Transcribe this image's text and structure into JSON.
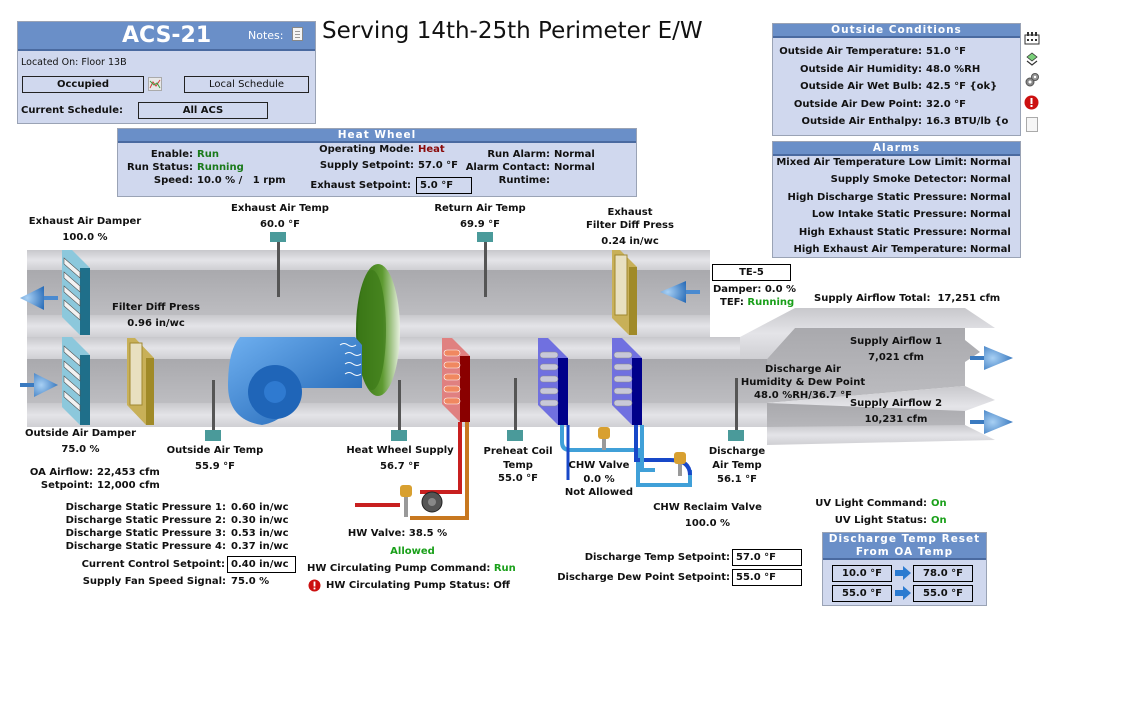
{
  "header": {
    "unit_name": "ACS-21",
    "notes_label": "Notes:",
    "title": "Serving 14th-25th Perimeter E/W",
    "located_on": "Located On: Floor 13B",
    "occupancy_button": "Occupied",
    "local_schedule_button": "Local Schedule",
    "current_schedule_label": "Current Schedule:",
    "current_schedule_value": "All ACS"
  },
  "heat_wheel": {
    "title": "Heat Wheel",
    "enable_label": "Enable:",
    "enable_value": "Run",
    "run_status_label": "Run Status:",
    "run_status_value": "Running",
    "speed_label": "Speed:",
    "speed_value": "10.0 % /   1 rpm",
    "operating_mode_label": "Operating Mode:",
    "operating_mode_value": "Heat",
    "supply_setpoint_label": "Supply Setpoint:",
    "supply_setpoint_value": "57.0 °F",
    "exhaust_setpoint_label": "Exhaust Setpoint:",
    "exhaust_setpoint_value": "5.0 °F",
    "run_alarm_label": "Run Alarm:",
    "run_alarm_value": "Normal",
    "alarm_contact_label": "Alarm Contact:",
    "alarm_contact_value": "Normal",
    "runtime_label": "Runtime:",
    "runtime_value": ""
  },
  "outside_conditions": {
    "title": "Outside Conditions",
    "rows": [
      {
        "label": "Outside Air Temperature:",
        "value": "51.0 °F"
      },
      {
        "label": "Outside Air Humidity:",
        "value": "48.0 %RH"
      },
      {
        "label": "Outside Air Wet Bulb:",
        "value": "42.5 °F {ok}"
      },
      {
        "label": "Outside Air Dew Point:",
        "value": "32.0 °F"
      },
      {
        "label": "Outside Air Enthalpy:",
        "value": "16.3 BTU/lb {o"
      }
    ]
  },
  "side_icons": [
    "building-icon",
    "refresh-icon",
    "gears-icon",
    "alarm-icon",
    "notes-icon"
  ],
  "alarms": {
    "title": "Alarms",
    "rows": [
      {
        "label": "Mixed Air Temperature Low Limit:",
        "value": "Normal"
      },
      {
        "label": "Supply Smoke Detector:",
        "value": "Normal"
      },
      {
        "label": "High Discharge Static Pressure:",
        "value": "Normal"
      },
      {
        "label": "Low Intake Static Pressure:",
        "value": "Normal"
      },
      {
        "label": "High Exhaust Static Pressure:",
        "value": "Normal"
      },
      {
        "label": "High Exhaust Air Temperature:",
        "value": "Normal"
      }
    ]
  },
  "diagram": {
    "exhaust_air_damper": {
      "label": "Exhaust Air Damper",
      "value": "100.0 %"
    },
    "exhaust_air_temp": {
      "label": "Exhaust Air Temp",
      "value": "60.0 °F"
    },
    "return_air_temp": {
      "label": "Return Air Temp",
      "value": "69.9 °F"
    },
    "exhaust_filter": {
      "label1": "Exhaust",
      "label2": "Filter Diff Press",
      "value": "0.24 in/wc"
    },
    "te5": {
      "label": "TE-5",
      "damper": "Damper: 0.0 %",
      "tef_label": "TEF:",
      "tef_value": "Running"
    },
    "supply_airflow_total": "Supply Airflow Total:  17,251 cfm",
    "filter_diff_press": {
      "label": "Filter Diff Press",
      "value": "0.96 in/wc"
    },
    "supply_airflow_1": {
      "label": "Supply Airflow 1",
      "value": "7,021 cfm"
    },
    "supply_airflow_2": {
      "label": "Supply Airflow 2",
      "value": "10,231 cfm"
    },
    "discharge_humidity": {
      "label1": "Discharge Air",
      "label2": "Humidity & Dew Point",
      "value": "48.0 %RH/36.7 °F"
    },
    "outside_air_damper": {
      "label": "Outside Air Damper",
      "value": "75.0 %"
    },
    "outside_air_temp": {
      "label": "Outside Air Temp",
      "value": "55.9 °F"
    },
    "heat_wheel_supply": {
      "label": "Heat Wheel Supply",
      "value": "56.7 °F"
    },
    "preheat_coil_temp": {
      "label1": "Preheat Coil",
      "label2": "Temp",
      "value": "55.0 °F"
    },
    "chw_valve": {
      "label": "CHW Valve",
      "value": "0.0 %",
      "status": "Not Allowed"
    },
    "discharge_air_temp": {
      "label1": "Discharge",
      "label2": "Air Temp",
      "value": "56.1 °F"
    },
    "chw_reclaim_valve": {
      "label": "CHW Reclaim Valve",
      "value": "100.0 %"
    },
    "hw_valve": {
      "label": "HW Valve:",
      "value": "38.5 %",
      "status": "Allowed"
    },
    "hw_pump_command": {
      "label": "HW Circulating Pump Command:",
      "value": "Run"
    },
    "hw_pump_status": {
      "label": "HW Circulating Pump Status:",
      "value": "Off"
    }
  },
  "airflow": {
    "oa_airflow_label": "OA Airflow:",
    "oa_airflow_value": "22,453 cfm",
    "setpoint_label": "Setpoint:",
    "setpoint_value": "12,000 cfm"
  },
  "static_pressure": {
    "rows": [
      {
        "label": "Discharge Static Pressure 1:",
        "value": "0.60 in/wc"
      },
      {
        "label": "Discharge Static Pressure 2:",
        "value": "0.30 in/wc"
      },
      {
        "label": "Discharge Static Pressure 3:",
        "value": "0.53 in/wc"
      },
      {
        "label": "Discharge Static Pressure 4:",
        "value": "0.37 in/wc"
      }
    ],
    "control_setpoint_label": "Current Control Setpoint:",
    "control_setpoint_value": "0.40 in/wc",
    "fan_speed_label": "Supply Fan Speed Signal:",
    "fan_speed_value": "75.0 %"
  },
  "setpoints": {
    "discharge_temp_label": "Discharge Temp Setpoint:",
    "discharge_temp_value": "57.0 °F",
    "discharge_dew_label": "Discharge Dew Point Setpoint:",
    "discharge_dew_value": "55.0 °F"
  },
  "uv": {
    "command_label": "UV Light Command:",
    "command_value": "On",
    "status_label": "UV Light Status:",
    "status_value": "On"
  },
  "reset": {
    "title1": "Discharge Temp Reset",
    "title2": "From OA Temp",
    "row1_from": "10.0 °F",
    "row1_to": "78.0 °F",
    "row2_from": "55.0 °F",
    "row2_to": "55.0 °F"
  },
  "colors": {
    "panel_header": "#6a8fc8",
    "panel_body": "#d0d8ee",
    "status_green": "#1aa01a",
    "heat_red": "#8a0a0a",
    "duct_gray": "#b9b9bd"
  }
}
